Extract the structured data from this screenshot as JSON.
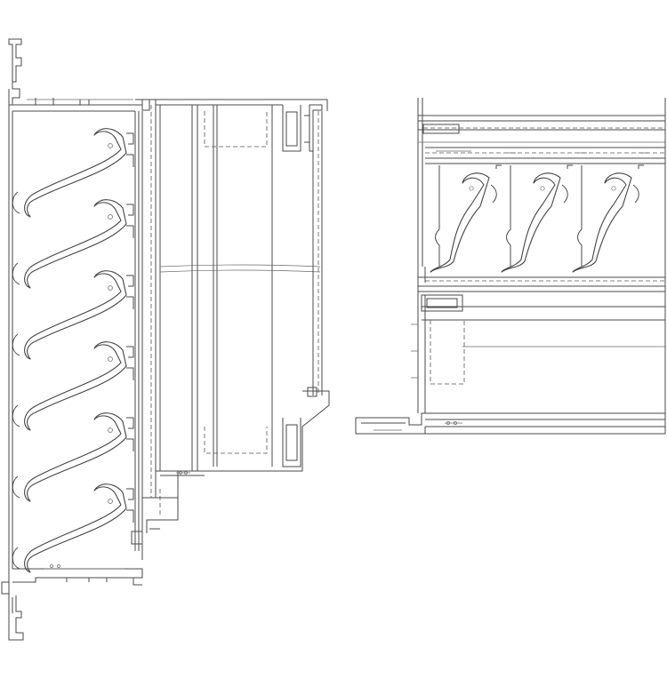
{
  "drawing": {
    "colors": {
      "line": "#4a4a4a",
      "background": "#ffffff"
    },
    "views": [
      {
        "id": "vertical-section",
        "louver_blades": 6
      },
      {
        "id": "horizontal-section",
        "louver_blades": 3
      }
    ]
  }
}
